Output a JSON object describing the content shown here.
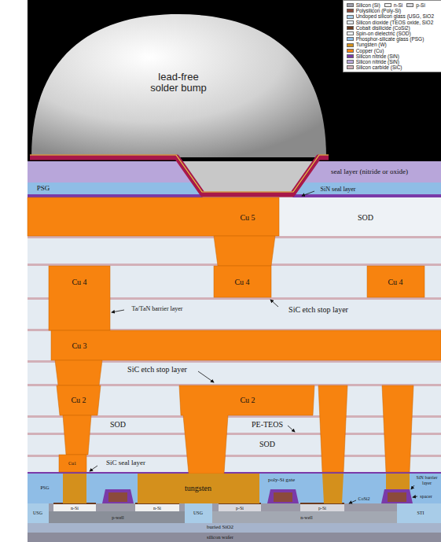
{
  "diagram": {
    "labels": [
      "lead-free solder bump",
      "seal layer (nitride or oxide)",
      "PSG",
      "SiN seal layer",
      "Cu 5",
      "SOD",
      "Cu 4",
      "Cu 4",
      "Cu 4",
      "Ta/TaN barrier layer",
      "SiC etch stop layer",
      "Cu 3",
      "SiC etch stop layer",
      "Cu 2",
      "Cu 2",
      "SOD",
      "PE-TEOS",
      "SOD",
      "Cu1",
      "SiC seal layer",
      "PSG",
      "tungsten",
      "poly-Si gate",
      "SiN barrier layer",
      "CoSi2",
      "spacer",
      "USG",
      "n-Si",
      "n-Si",
      "p-well",
      "USG",
      "p-Si",
      "p-Si",
      "n-well",
      "STI",
      "buried SiO2",
      "silicon wafer"
    ],
    "legend": [
      {
        "text": "Silicon (Si)",
        "color": "#9b9ba8"
      },
      {
        "text": "n-Si",
        "color": "#f0f0f0"
      },
      {
        "text": "p-Si",
        "color": "#d8d8de"
      },
      {
        "text": "Polysilicon (Poly-Si)",
        "color": "#8b4a3c"
      },
      {
        "text": "Undoped silicon glass (USG, SiO2",
        "color": "#a8cce8"
      },
      {
        "text": "Silicon dioxide (TEOS oxide, SiO2",
        "color": "#e4ebf2"
      },
      {
        "text": "Cobalt disilicide (CoSi2)",
        "color": "#6b3a1e"
      },
      {
        "text": "Spin-on dielectric (SOD)",
        "color": "#eef2f6"
      },
      {
        "text": "Phosphor-silicate glass (PSG)",
        "color": "#8fbde6"
      },
      {
        "text": "Tungsten (W)",
        "color": "#d4901c"
      },
      {
        "text": "Copper (Cu)",
        "color": "#f7830f"
      },
      {
        "text": "Silicon nitride (SiN)",
        "color": "#7a3aa8"
      },
      {
        "text": "Silicon nitride (SiN)",
        "color": "#b8a6da"
      },
      {
        "text": "Silicon carbide (SiC)",
        "color": "#d2b0b8"
      }
    ]
  }
}
